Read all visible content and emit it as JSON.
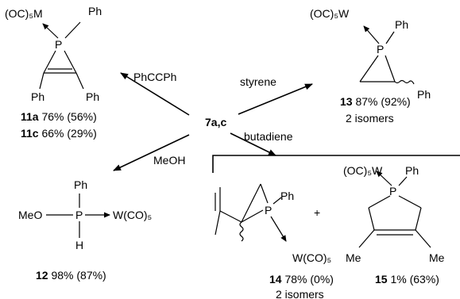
{
  "center": {
    "compound": "7a,c"
  },
  "reagents": {
    "alkyne": "PhCCPh",
    "styrene": "styrene",
    "butadiene": "butadiene",
    "methanol": "MeOH"
  },
  "groups": {
    "mco5": "(OC)₅M",
    "wco5_left": "(OC)₅W",
    "wco5_right": "W(CO)₅",
    "ph": "Ph",
    "p": "P",
    "meo": "MeO",
    "h": "H",
    "me": "Me",
    "plus": "+"
  },
  "products": {
    "p11a": {
      "num": "11a",
      "yield": "76% (56%)"
    },
    "p11c": {
      "num": "11c",
      "yield": "66% (29%)"
    },
    "p13": {
      "num": "13",
      "yield": "87% (92%)",
      "note": "2 isomers"
    },
    "p12": {
      "num": "12",
      "yield": "98% (87%)"
    },
    "p14": {
      "num": "14",
      "yield": "78% (0%)",
      "note": "2 isomers"
    },
    "p15": {
      "num": "15",
      "yield": "1% (63%)"
    }
  }
}
